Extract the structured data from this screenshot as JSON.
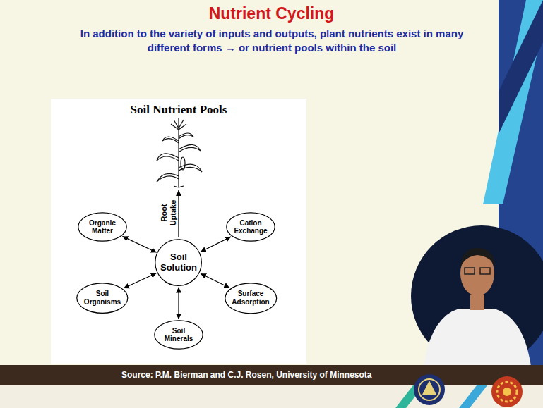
{
  "diagram": {
    "title": "Nutrient Cycling",
    "caption": "Source: P.M. Bierman and C.J. Rosen, University of Minnesota",
    "nodes": [
      {
        "text": [
          "Soil Nutrient Pools"
        ]
      },
      {
        "text": [
          "Organic Matter"
        ],
        "in": 0
      },
      {
        "text": [
          "Cation Exchange"
        ],
        "in": 0
      },
      {
        "text": [
          "Soil Solution"
        ],
        "in": 0
      },
      {
        "text": [
          "Soil Organisms"
        ],
        "in": 0
      },
      {
        "text": [
          "Surface Adsorption"
        ],
        "in": 0
      },
      {
        "text": [
          "Soil Minerals"
        ],
        "in": 0
      }
    ],
    "edges": [
      {
        "from": 3,
        "to": 1,
        "arrow": "both"
      },
      {
        "from": 3,
        "to": 2,
        "arrow": "both"
      },
      {
        "from": 3,
        "to": 4,
        "arrow": "both"
      },
      {
        "from": 3,
        "to": 5,
        "arrow": "both"
      },
      {
        "from": 3,
        "to": 6,
        "arrow": "both"
      }
    ],
    "labels": [
      "In addition to the variety of inputs and outputs, plant nutrients exist in many different forms → or nutrient pools within the soil",
      "Root Uptake"
    ]
  }
}
